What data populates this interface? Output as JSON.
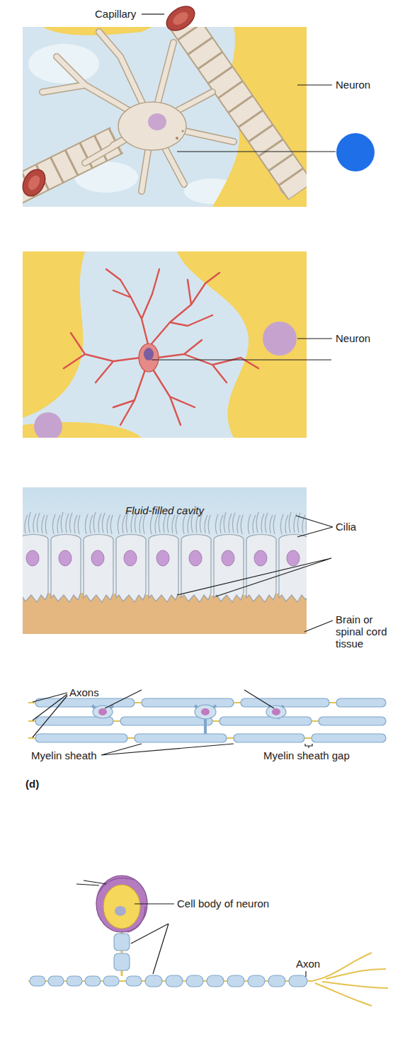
{
  "diagram": {
    "labels": [
      "Capillary",
      "Neuron",
      "Neuron",
      "Fluid-filled cavity",
      "Cilia",
      "Brain or spinal cord tissue",
      "Axons",
      "Myelin sheath",
      "Myelin sheath gap",
      "(d)",
      "Cell body of neuron",
      "Axon"
    ]
  }
}
